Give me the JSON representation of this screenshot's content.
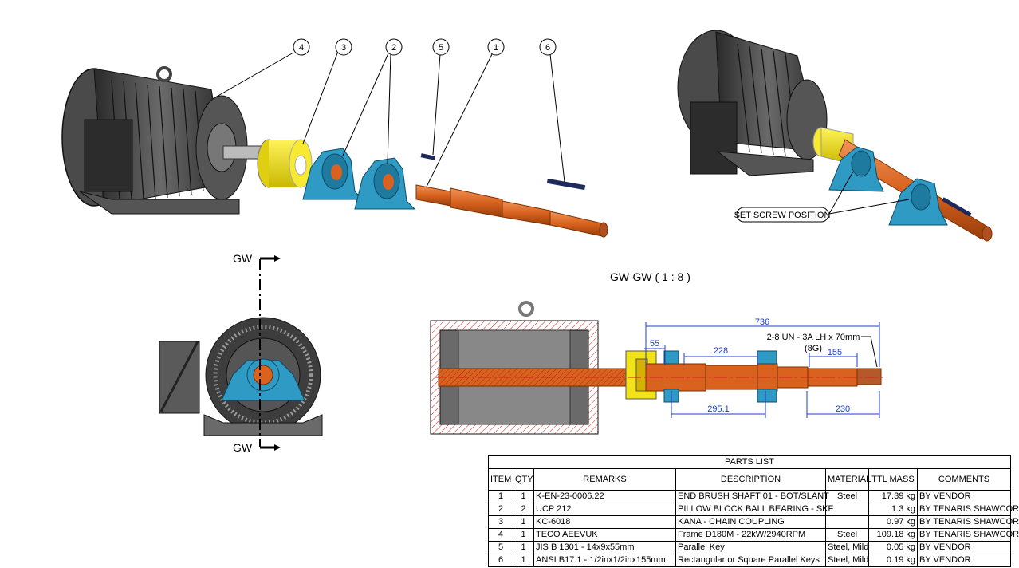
{
  "balloons": [
    {
      "num": "4"
    },
    {
      "num": "3"
    },
    {
      "num": "2"
    },
    {
      "num": "5"
    },
    {
      "num": "1"
    },
    {
      "num": "6"
    }
  ],
  "callout_set_screw": "SET SCREW POSITION",
  "section_marker_top": "GW",
  "section_marker_bottom": "GW",
  "section_title": "GW-GW ( 1 : 8 )",
  "dimensions": {
    "overall": "736",
    "d55": "55",
    "d228": "228",
    "thread_note_1": "2-8 UN - 3A LH x 70mm",
    "thread_note_2": "(8G)",
    "d155": "155",
    "d2951": "295.1",
    "d230": "230"
  },
  "parts_list": {
    "title": "PARTS LIST",
    "headers": [
      "ITEM",
      "QTY",
      "REMARKS",
      "DESCRIPTION",
      "MATERIAL",
      "TTL MASS",
      "COMMENTS"
    ],
    "rows": [
      [
        "1",
        "1",
        "K-EN-23-0006.22",
        "END BRUSH SHAFT 01 - BOT/SLANT",
        "Steel",
        "17.39 kg",
        "BY VENDOR"
      ],
      [
        "2",
        "2",
        "UCP 212",
        "PILLOW BLOCK BALL BEARING - SKF",
        "",
        "1.3 kg",
        "BY TENARIS SHAWCOR"
      ],
      [
        "3",
        "1",
        "KC-6018",
        "KANA - CHAIN COUPLING",
        "",
        "0.97 kg",
        "BY TENARIS SHAWCOR"
      ],
      [
        "4",
        "1",
        "TECO AEEVUK",
        "Frame D180M - 22kW/2940RPM",
        "Steel",
        "109.18 kg",
        "BY TENARIS SHAWCOR"
      ],
      [
        "5",
        "1",
        "JIS B 1301 - 14x9x55mm",
        "Parallel Key",
        "Steel, Mild",
        "0.05 kg",
        "BY VENDOR"
      ],
      [
        "6",
        "1",
        "ANSI B17.1 - 1/2inx1/2inx155mm",
        "Rectangular or Square Parallel Keys",
        "Steel, Mild",
        "0.19 kg",
        "BY VENDOR"
      ]
    ]
  },
  "colors": {
    "motor": "#3a3a3a",
    "coupling": "#f2e21a",
    "bearing": "#2f9bc4",
    "shaft": "#d8621e",
    "dimension": "#1c3ccc",
    "section_red": "#d42020"
  }
}
